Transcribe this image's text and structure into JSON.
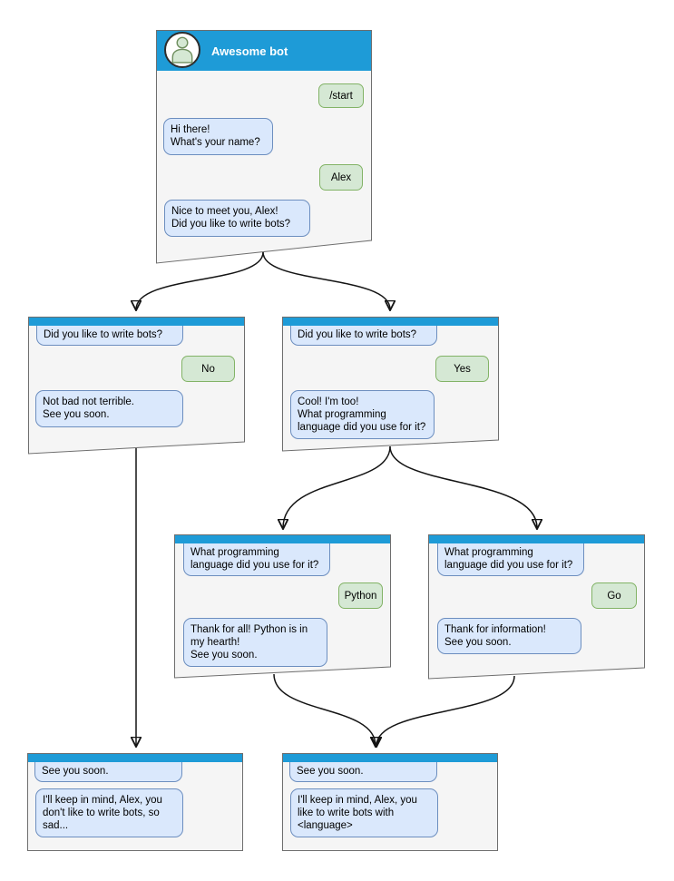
{
  "diagram": {
    "type": "chatbot-conversation-flow",
    "colors": {
      "header_blue": "#1e9bd7",
      "bot_bubble_fill": "#dae8fc",
      "bot_bubble_border": "#6c8ebf",
      "user_bubble_fill": "#d5e8d4",
      "user_bubble_border": "#82b366",
      "window_fill": "#f5f5f5",
      "window_border": "#6e6e6e",
      "arrow": "#141414"
    }
  },
  "nodes": [
    {
      "id": "start-window",
      "title": "Awesome bot",
      "avatar_icon": "person-icon",
      "messages": [
        {
          "sender": "user",
          "text": "/start"
        },
        {
          "sender": "bot",
          "text": "Hi there!\nWhat's your name?"
        },
        {
          "sender": "user",
          "text": "Alex"
        },
        {
          "sender": "bot",
          "text": "Nice to meet you, Alex!\nDid you like to write bots?"
        }
      ]
    },
    {
      "id": "branch-no",
      "messages": [
        {
          "sender": "bot",
          "text": "Did you like to write bots?"
        },
        {
          "sender": "user",
          "text": "No"
        },
        {
          "sender": "bot",
          "text": "Not bad not terrible.\nSee you soon."
        }
      ]
    },
    {
      "id": "branch-yes",
      "messages": [
        {
          "sender": "bot",
          "text": "Did you like to write bots?"
        },
        {
          "sender": "user",
          "text": "Yes"
        },
        {
          "sender": "bot",
          "text": "Cool! I'm too!\nWhat programming\nlanguage did you use for it?"
        }
      ]
    },
    {
      "id": "branch-python",
      "messages": [
        {
          "sender": "bot",
          "text": "What programming\nlanguage did you use for it?"
        },
        {
          "sender": "user",
          "text": "Python"
        },
        {
          "sender": "bot",
          "text": "Thank for all! Python is in\nmy hearth!\nSee you soon."
        }
      ]
    },
    {
      "id": "branch-go",
      "messages": [
        {
          "sender": "bot",
          "text": "What programming\nlanguage did you use for it?"
        },
        {
          "sender": "user",
          "text": "Go"
        },
        {
          "sender": "bot",
          "text": "Thank for information!\nSee you soon."
        }
      ]
    },
    {
      "id": "end-no",
      "messages": [
        {
          "sender": "bot",
          "text": "See you soon."
        },
        {
          "sender": "bot",
          "text": "I'll keep in mind, Alex, you\ndon't like to write bots, so\nsad..."
        }
      ]
    },
    {
      "id": "end-yes",
      "messages": [
        {
          "sender": "bot",
          "text": "See you soon."
        },
        {
          "sender": "bot",
          "text": "I'll keep in mind, Alex, you\nlike to write bots with\n<language>"
        }
      ]
    }
  ]
}
